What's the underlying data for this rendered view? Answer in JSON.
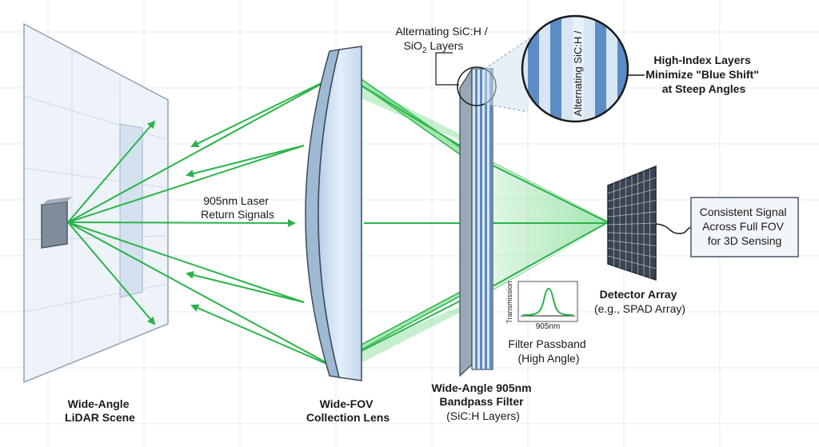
{
  "colors": {
    "beam": "#2bb34a",
    "beam_fill": "#5cd172",
    "glass": "#cfe0f0",
    "glass_edge": "#3a4a5a",
    "layer_blue": "#5b8cc4",
    "layer_light": "#d7e6f3",
    "grid": "#e6ebf0"
  },
  "scene_label": [
    "Wide-Angle",
    "LiDAR Scene"
  ],
  "lens_label": [
    "Wide-FOV",
    "Collection Lens"
  ],
  "filter_label": [
    "Wide-Angle 905nm",
    "Bandpass Filter",
    "(SiC:H Layers)"
  ],
  "signal_label": [
    "905nm Laser",
    "Return Signals"
  ],
  "layers_label": [
    "Alternating SiC:H /",
    "SiO",
    "2",
    " Layers"
  ],
  "zoom_text": "Alternating SiC:H /",
  "index_label": [
    "High-Index Layers",
    "Minimize \"Blue Shift\"",
    "at Steep Angles"
  ],
  "passband": {
    "y_label": "Transmission",
    "x_label": "905nm",
    "caption": [
      "Filter Passband",
      "(High Angle)"
    ]
  },
  "detector_label": [
    "Detector Array",
    "(e.g., SPAD Array)"
  ],
  "output_box": [
    "Consistent Signal",
    "Across Full FOV",
    "for 3D Sensing"
  ]
}
